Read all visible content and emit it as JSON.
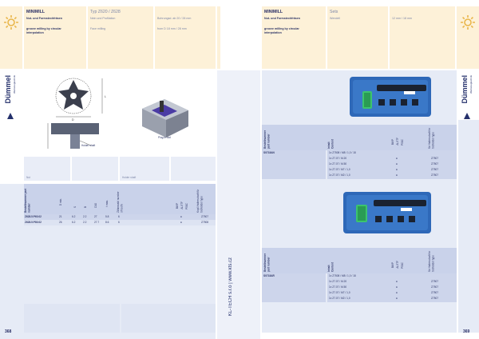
{
  "left": {
    "header": {
      "col1_title": "MINIMILL",
      "col1_sub": "Nut- und Formstechfräsen",
      "col1_sub2": "groove milling by circular interpolation",
      "col2_title": "Typ Z620 / Z628",
      "col2_a": "Nein und Profilation",
      "col2_b": "Face milling",
      "col3_a": "Bohrungsd. ab 20 / 28 mm",
      "col3_b": "from D 18 mm / 28 mm"
    },
    "brand": {
      "name": "Dümmel",
      "sub": "Werkzeugtechnik"
    },
    "drawing_labels": {
      "dim_l": "L",
      "dim_d": "D",
      "callout1": "Holder shaft",
      "callout2": "Plug-in tool",
      "caption_left": "Nut",
      "caption_right": "Holder shaft"
    },
    "table": {
      "headers": [
        "Bestellnummer part number",
        "D min.",
        "S",
        "B",
        "D10",
        "t max.",
        "Zähnezahl number of teeth",
        "BWP",
        "AL5TF",
        "P50C",
        "Kopf-Halterschaft für toolholder type"
      ],
      "rows": [
        [
          "Z628.5.P60.02",
          "21",
          "6.2",
          "2.2",
          "27",
          "5.8",
          "6",
          "",
          "●",
          "",
          "Z7507"
        ],
        [
          "Z628.5.P80.02",
          "26",
          "6.2",
          "2.2",
          "27.7",
          "8.6",
          "6",
          "",
          "●",
          "",
          "Z7508"
        ]
      ]
    },
    "page_number": "368",
    "footer_web": "KL-TECH s.r.o | www.kts.cz"
  },
  "right": {
    "header": {
      "col1_title": "MINIMILL",
      "col1_sub": "Nut- und Formstechfräsen",
      "col1_sub2": "groove milling by circular interpolation",
      "col2_title": "Sets",
      "col2_a": "Wendell",
      "col3_a": "12 mm / 18 mm"
    },
    "brand": {
      "name": "Dümmel",
      "sub": "Werkzeugtechnik"
    },
    "set1": {
      "headers": [
        "Bestellnummer part number",
        "Inhalt Content",
        "BWP",
        "AL5TF",
        "P50C",
        "für Halterschaft for toolholder type"
      ],
      "order_no": "S0718AN",
      "items": [
        [
          "1x",
          "Z7508 / M8 / 1,0 / 18",
          "",
          ""
        ],
        [
          "1x",
          "Z7.07 / M.20",
          "●",
          "Z7507"
        ],
        [
          "1x",
          "Z7.07 / M.50",
          "●",
          "Z7507"
        ],
        [
          "1x",
          "Z7.07 / M7 / 1,0",
          "●",
          "Z7507"
        ],
        [
          "1x",
          "Z7.07 / M2 / 1,0",
          "●",
          "Z7507"
        ]
      ]
    },
    "set2": {
      "headers": [
        "Bestellnummer part number",
        "Inhalt Content",
        "BWP",
        "AL5TF",
        "P50C",
        "für Halterschaft for toolholder type"
      ],
      "order_no": "S0718AR",
      "items": [
        [
          "1x",
          "Z7508 / M8 / 1,0 / 18",
          "",
          ""
        ],
        [
          "1x",
          "Z7.07 / M.20",
          "●",
          "Z7507"
        ],
        [
          "1x",
          "Z7.07 / M.50",
          "●",
          "Z7507"
        ],
        [
          "1x",
          "Z7.07 / M7 / 1,0",
          "●",
          "Z7507"
        ],
        [
          "1x",
          "Z7.07 / M2 / 1,0",
          "●",
          "Z7507"
        ]
      ]
    },
    "page_number": "369"
  },
  "colors": {
    "cream": "#fdf1d8",
    "panel_blue": "#e6ebf6",
    "row_blue": "#cdd5eb",
    "brand_navy": "#24306b",
    "logo_gold": "#e9b64a",
    "case_blue": "#2e68b8",
    "insert_green": "#3cc46e"
  }
}
